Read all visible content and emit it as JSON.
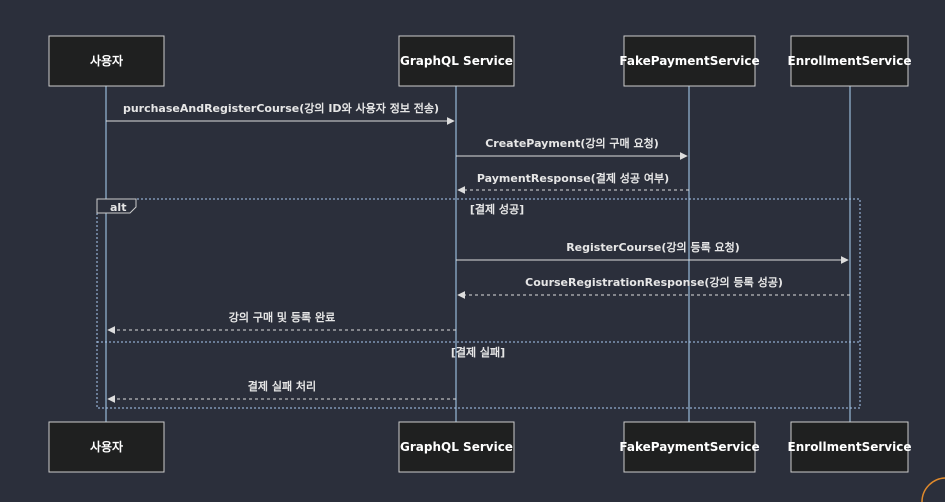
{
  "diagram": {
    "type": "sequence",
    "participants": [
      {
        "id": "user",
        "label": "사용자"
      },
      {
        "id": "graphql",
        "label": "GraphQL Service"
      },
      {
        "id": "payment",
        "label": "FakePaymentService"
      },
      {
        "id": "enroll",
        "label": "EnrollmentService"
      }
    ],
    "messages": [
      {
        "from": "user",
        "to": "graphql",
        "label": "purchaseAndRegisterCourse(강의 ID와 사용자 정보 전송)",
        "style": "solid"
      },
      {
        "from": "graphql",
        "to": "payment",
        "label": "CreatePayment(강의 구매 요청)",
        "style": "solid"
      },
      {
        "from": "payment",
        "to": "graphql",
        "label": "PaymentResponse(결제 성공 여부)",
        "style": "dashed"
      },
      {
        "from": "graphql",
        "to": "enroll",
        "label": "RegisterCourse(강의 등록 요청)",
        "style": "solid"
      },
      {
        "from": "enroll",
        "to": "graphql",
        "label": "CourseRegistrationResponse(강의 등록 성공)",
        "style": "dashed"
      },
      {
        "from": "graphql",
        "to": "user",
        "label": "강의 구매 및 등록 완료",
        "style": "dashed"
      },
      {
        "from": "graphql",
        "to": "user",
        "label": "결제 실패 처리",
        "style": "dashed"
      }
    ],
    "fragment": {
      "keyword": "alt",
      "conditions": [
        "[결제 성공]",
        "[결제 실패]"
      ]
    }
  }
}
